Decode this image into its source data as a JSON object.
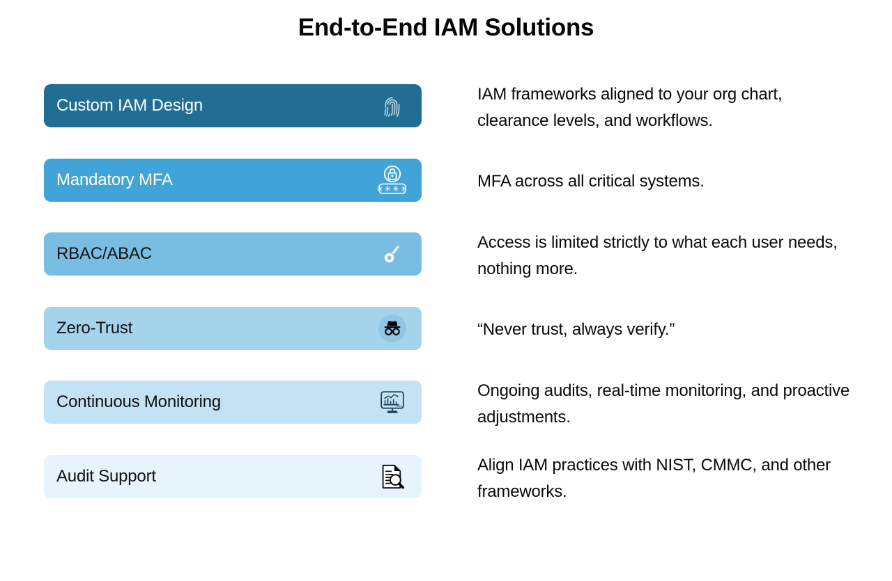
{
  "header": {
    "title": "End-to-End IAM Solutions"
  },
  "colors": {
    "card_1_bg": "#226d92",
    "card_2_bg": "#41a4d8",
    "card_3_bg": "#79bde3",
    "card_4_bg": "#a5d3ec",
    "card_5_bg": "#c3e2f3",
    "card_6_bg": "#e8f4fb",
    "text_light": "#ffffff",
    "text_dark": "#111111",
    "icon_navy": "#123b52",
    "icon_black": "#000000",
    "page_bg": "#ffffff"
  },
  "rows": [
    {
      "label": "Custom IAM Design",
      "icon": "fingerprint-icon",
      "label_color": "#ffffff",
      "bg": "#226d92",
      "description": "IAM frameworks aligned to your org chart, clearance levels, and workflows.",
      "lines": 2
    },
    {
      "label": "Mandatory MFA",
      "icon": "password-lock-icon",
      "label_color": "#ffffff",
      "bg": "#41a4d8",
      "description": "MFA across all critical systems.",
      "lines": 1
    },
    {
      "label": "RBAC/ABAC",
      "icon": "key-icon",
      "label_color": "#111111",
      "bg": "#79bde3",
      "description": "Access is limited strictly to what each user needs, nothing more.",
      "lines": 2
    },
    {
      "label": "Zero-Trust",
      "icon": "incognito-icon",
      "label_color": "#111111",
      "bg": "#a5d3ec",
      "description": "“Never trust, always verify.”",
      "lines": 1
    },
    {
      "label": "Continuous Monitoring",
      "icon": "monitor-chart-icon",
      "label_color": "#111111",
      "bg": "#c3e2f3",
      "description": "Ongoing audits, real-time monitoring, and proactive adjustments.",
      "lines": 2
    },
    {
      "label": "Audit Support",
      "icon": "document-search-icon",
      "label_color": "#111111",
      "bg": "#e8f4fb",
      "description": "Align IAM practices with NIST, CMMC, and other frameworks.",
      "lines": 2
    }
  ]
}
